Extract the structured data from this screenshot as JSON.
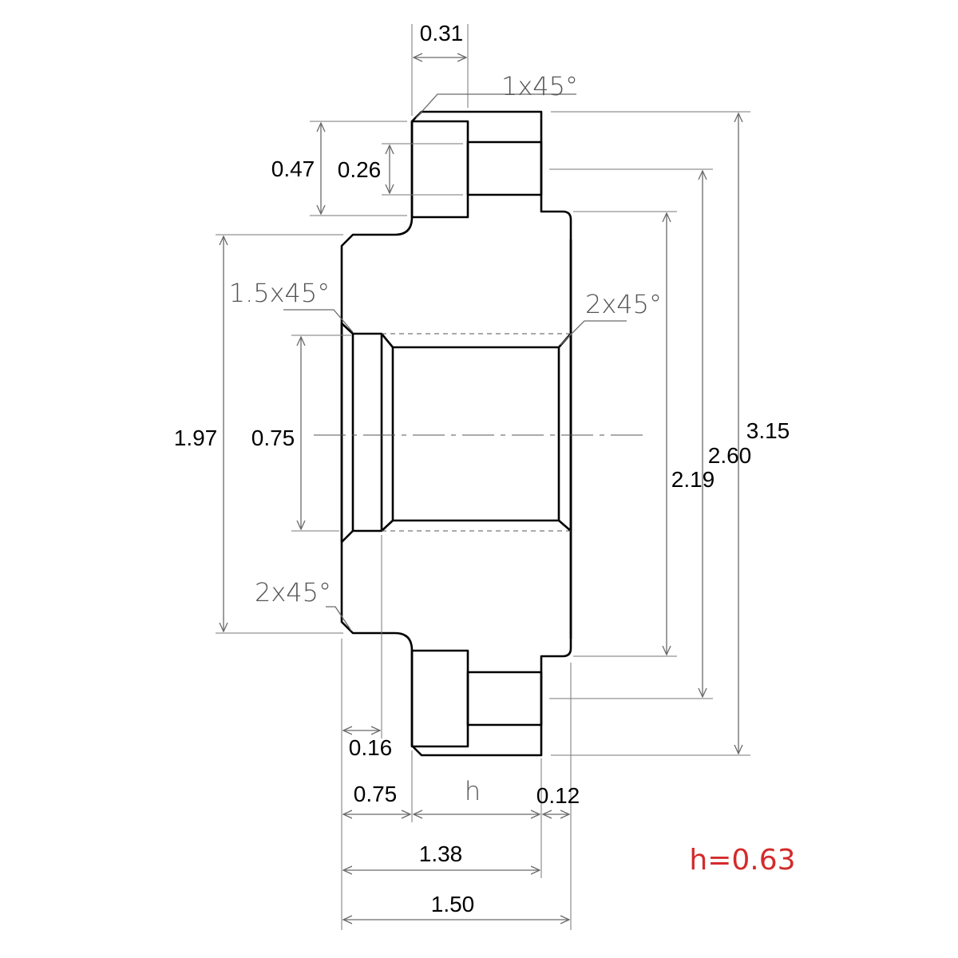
{
  "drawing": {
    "chamfer_notes": {
      "top_chamfer": "1x45°",
      "bore_left_chamfer": "1.5x45°",
      "bore_right_chamfer": "2x45°",
      "hub_bottom_chamfer": "2x45°"
    },
    "dimensions": {
      "flange_hole_width": "0.31",
      "flange_counterbore_height": "0.47",
      "flange_hole_height": "0.26",
      "hub_diameter": "1.97",
      "bore_diameter": "0.75",
      "body_diameter": "2.19",
      "hole_circle_diameter": "2.60",
      "outer_diameter": "3.15",
      "recess_depth": "0.16",
      "hub_length": "0.75",
      "flange_thickness": "h",
      "step_length": "0.12",
      "length_to_flange": "1.38",
      "total_length": "1.50"
    },
    "variable_value": "h=0.63",
    "colors": {
      "section_fill": "#d9d9d9",
      "variable_text": "#d42a2a"
    }
  }
}
